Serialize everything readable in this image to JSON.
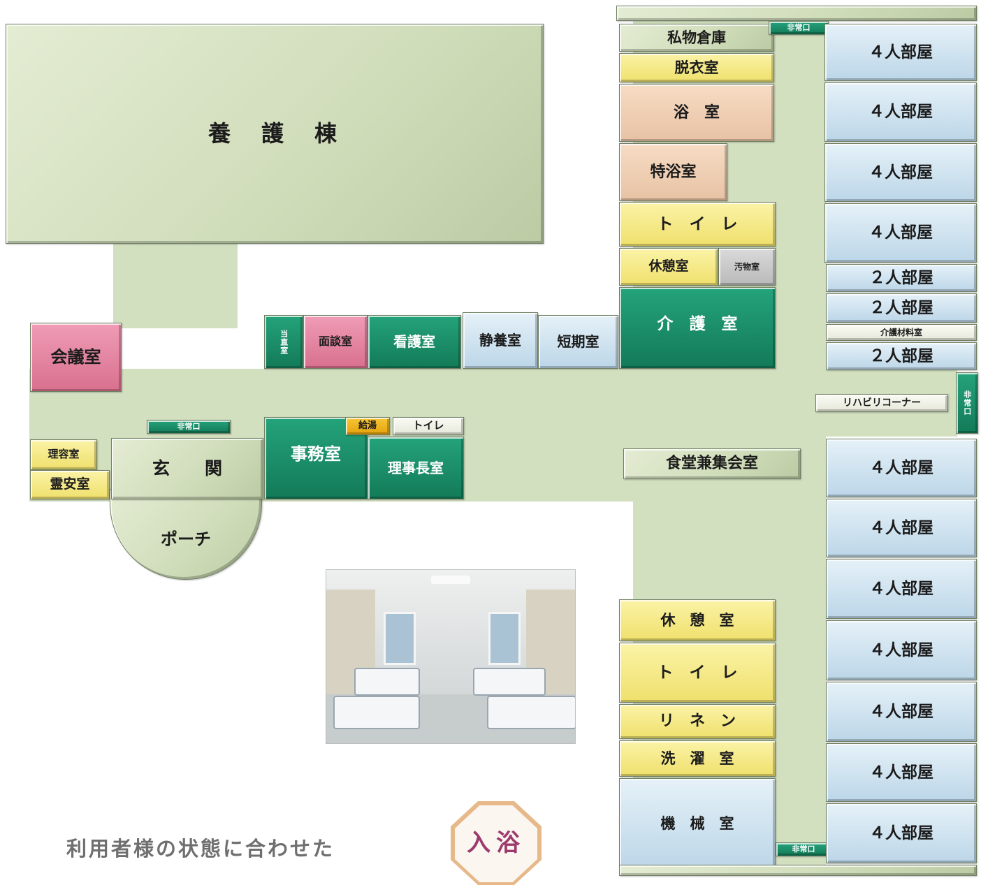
{
  "main_building": "養　護　棟",
  "left_wing": {
    "kaigi": "会議室",
    "emergency_exit": "非常口",
    "rikei": "理容室",
    "reian": "霊安室",
    "genkan": "玄　　関",
    "porch": "ポーチ",
    "touchoku": "当直室",
    "mendan": "面談室",
    "kango": "看護室",
    "seiyou": "静養室",
    "tanki": "短期室",
    "jimu": "事務室",
    "kyutou": "給湯",
    "toilet_small": "トイレ",
    "rijichou": "理事長室"
  },
  "center_wing": {
    "shibutsu": "私物倉庫",
    "datsui": "脱衣室",
    "yokushitsu": "浴　室",
    "tokuyoku": "特浴室",
    "toilet": "ト　イ　レ",
    "kyuukei": "休憩室",
    "obutsu": "汚物室",
    "kaigo": "介　護　室",
    "shokudou": "食堂兼集会室",
    "kyuukei2": "休　憩　室",
    "toilet2": "ト　イ　レ",
    "linen": "リ　ネ　ン",
    "sentaku": "洗　濯　室",
    "kikai": "機　械　室"
  },
  "right_wing": {
    "emergency_exit_top": "非常口",
    "emergency_exit_side": "非常口",
    "emergency_exit_bottom": "非常口",
    "kaigo_zairyou": "介護材料室",
    "rehab": "リハビリコーナー",
    "rooms": [
      "４人部屋",
      "４人部屋",
      "４人部屋",
      "４人部屋",
      "２人部屋",
      "２人部屋",
      "２人部屋",
      "４人部屋",
      "４人部屋",
      "４人部屋",
      "４人部屋",
      "４人部屋",
      "４人部屋",
      "４人部屋"
    ]
  },
  "badge": "入浴",
  "caption": "利用者様の状態に合わせた",
  "colors": {
    "corridor": "#d3e0c0",
    "teal": "#1a8f68",
    "pink": "#e488a3",
    "yellow": "#f4e67f",
    "blue": "#cfe2ef",
    "peach": "#efcfb3"
  }
}
